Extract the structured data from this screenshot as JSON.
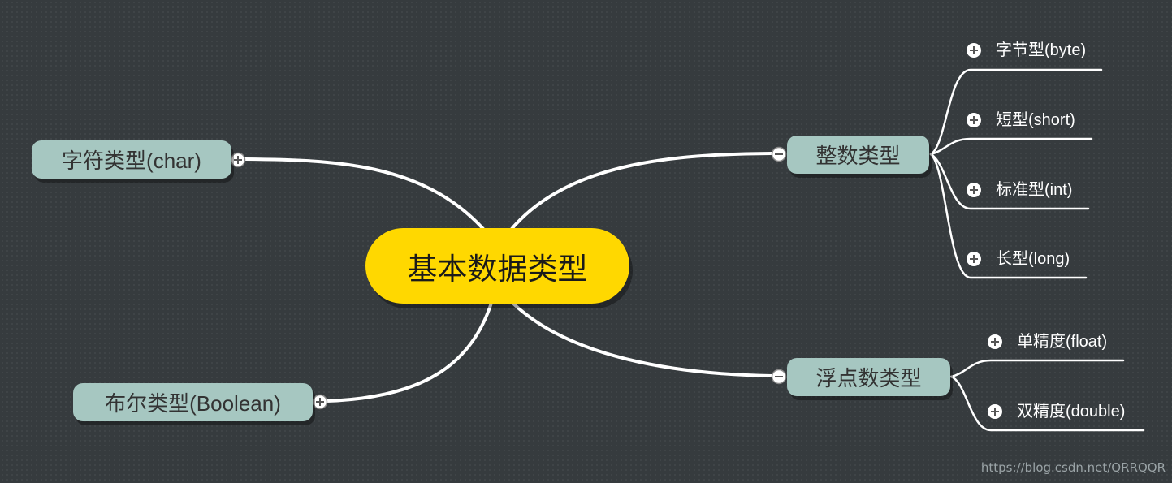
{
  "central": {
    "label": "基本数据类型"
  },
  "branches": {
    "integer": {
      "label": "整数类型",
      "children": [
        "字节型(byte)",
        "短型(short)",
        "标准型(int)",
        "长型(long)"
      ]
    },
    "float": {
      "label": "浮点数类型",
      "children": [
        "单精度(float)",
        "双精度(double)"
      ]
    },
    "char": {
      "label": "字符类型(char)"
    },
    "boolean": {
      "label": "布尔类型(Boolean)"
    }
  },
  "watermark": "https://blog.csdn.net/QRRQQR",
  "colors": {
    "background": "#363b3e",
    "central_fill": "#ffd800",
    "topic_fill": "#a6c7c1",
    "connector": "#ffffff"
  }
}
